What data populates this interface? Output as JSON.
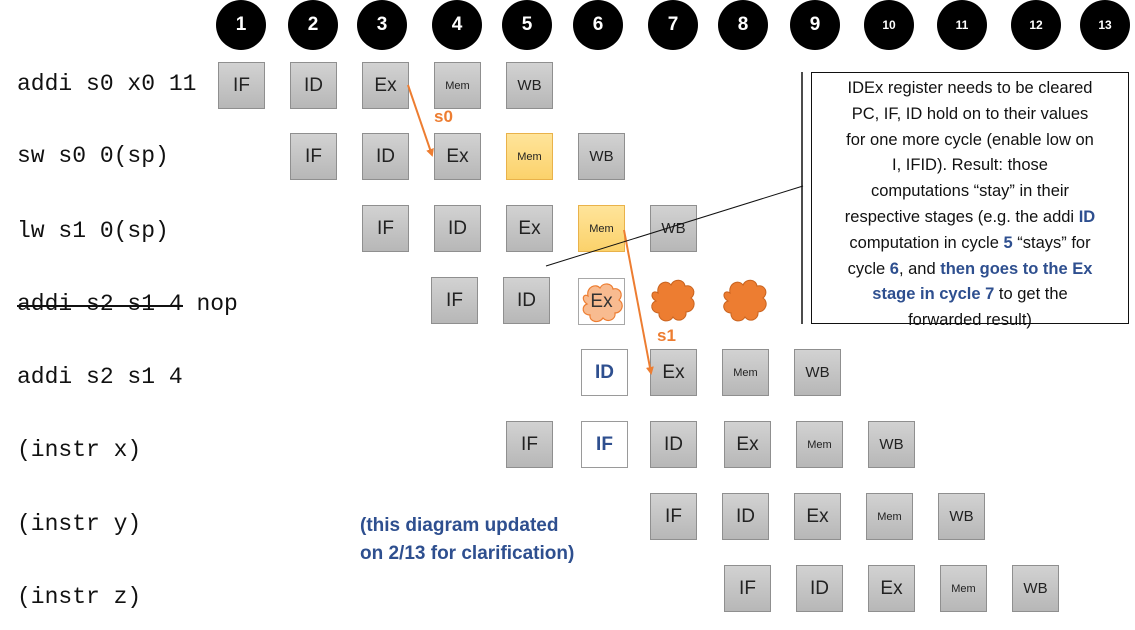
{
  "cycles": [
    "1",
    "2",
    "3",
    "4",
    "5",
    "6",
    "7",
    "8",
    "9",
    "10",
    "11",
    "12",
    "13"
  ],
  "instructions": {
    "r1": "addi s0 x0 11",
    "r2": "sw s0 0(sp)",
    "r3": "lw s1 0(sp)",
    "r4_struck": "addi s2 s1 4",
    "r4_suffix": " nop",
    "r5": "addi s2 s1 4",
    "r6": "(instr x)",
    "r7": "(instr y)",
    "r8": "(instr z)"
  },
  "stages": {
    "if": "IF",
    "id": "ID",
    "ex": "Ex",
    "mem": "Mem",
    "wb": "WB"
  },
  "forwarding": {
    "label1": "s0",
    "label2": "s1"
  },
  "note": {
    "line1": "IDEx register needs to be cleared",
    "line2": "PC, IF, ID hold on to their values",
    "line3": "for one more cycle (enable low on",
    "line4": "I, IFID). Result: those",
    "line5": "computations “stay” in their",
    "line6a": "respective stages (e.g. the addi ",
    "line6b": "ID",
    "line7a": "computation in cycle ",
    "line7b": "5",
    "line7c": " “stays” for",
    "line8a": "cycle ",
    "line8b": "6",
    "line8c": ", and ",
    "line8d": "then goes to the Ex",
    "line9a": "stage in cycle 7",
    "line9b": " to get the",
    "line10": "forwarded result)"
  },
  "caption": {
    "line1": "(this diagram updated",
    "line2": "on 2/13 for clarification)"
  },
  "colors": {
    "orange": "#ed7d31",
    "blue": "#2e4f8f",
    "stall_yellow": "#fbd26b",
    "stage_gray": "#c8c8c8"
  }
}
